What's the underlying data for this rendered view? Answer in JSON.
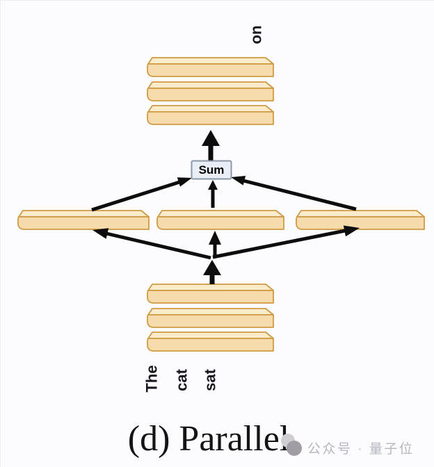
{
  "figure": {
    "caption": "(d) Parallel",
    "sum_label": "Sum",
    "output_token": "on",
    "input_tokens": [
      "The",
      "cat",
      "sat"
    ]
  },
  "watermark": {
    "text": "公众号 · 量子位",
    "logo_icon": "gray-dot-logo"
  },
  "colors": {
    "bg": "#fcfcfe",
    "bar-top": "#faecca",
    "bar-front": "#f6dcad",
    "bar-stroke": "#cf9a43",
    "sum-fill": "#e9eef7",
    "sum-stroke": "#8a96aa",
    "arrow": "#0d0d0d",
    "label": "#16161e",
    "caption": "#141414",
    "watermark": "#b4b6c0"
  }
}
